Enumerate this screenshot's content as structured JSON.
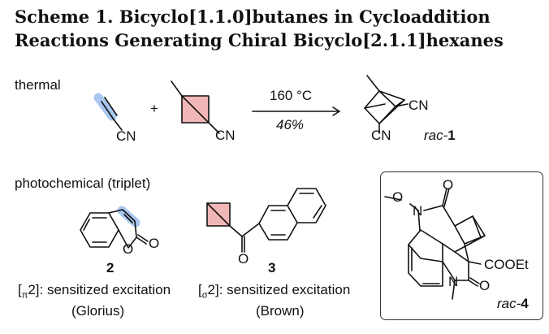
{
  "title": {
    "line1": "Scheme 1. Bicyclo[1.1.0]butanes in Cycloaddition",
    "line2": "Reactions Generating Chiral Bicyclo[2.1.1]hexanes"
  },
  "thermal": {
    "label": "thermal",
    "plus": "+",
    "reactant1_cn": "CN",
    "reactant2_cn": "CN",
    "condition_temp": "160 °C",
    "condition_yield": "46%",
    "product_cn_right": "CN",
    "product_cn_bottom": "CN",
    "product_id_prefix": "rac-",
    "product_id_num": "1"
  },
  "photochemical": {
    "label": "photochemical (triplet)",
    "cmpd2": {
      "o_ring": "O",
      "o_carbonyl": "O",
      "number": "2",
      "bracket_open": "[",
      "sub": "π",
      "bracket_rest": "2]: sensitized excitation",
      "credit": "(Glorius)"
    },
    "cmpd3": {
      "o_carbonyl": "O",
      "number": "3",
      "bracket_open": "[",
      "sub": "σ",
      "bracket_rest": "2]: sensitized excitation",
      "credit": "(Brown)"
    },
    "cmpd4": {
      "o_methoxy": "O",
      "n_amide": "N",
      "o_amide": "O",
      "ester": "COOEt",
      "n_ring": "N",
      "o_lactam": "O",
      "id_prefix": "rac-",
      "id_num": "4"
    }
  },
  "colors": {
    "highlight": "#a9c7ee",
    "highlight_red": "#f1b6b6",
    "bond": "#111111"
  }
}
